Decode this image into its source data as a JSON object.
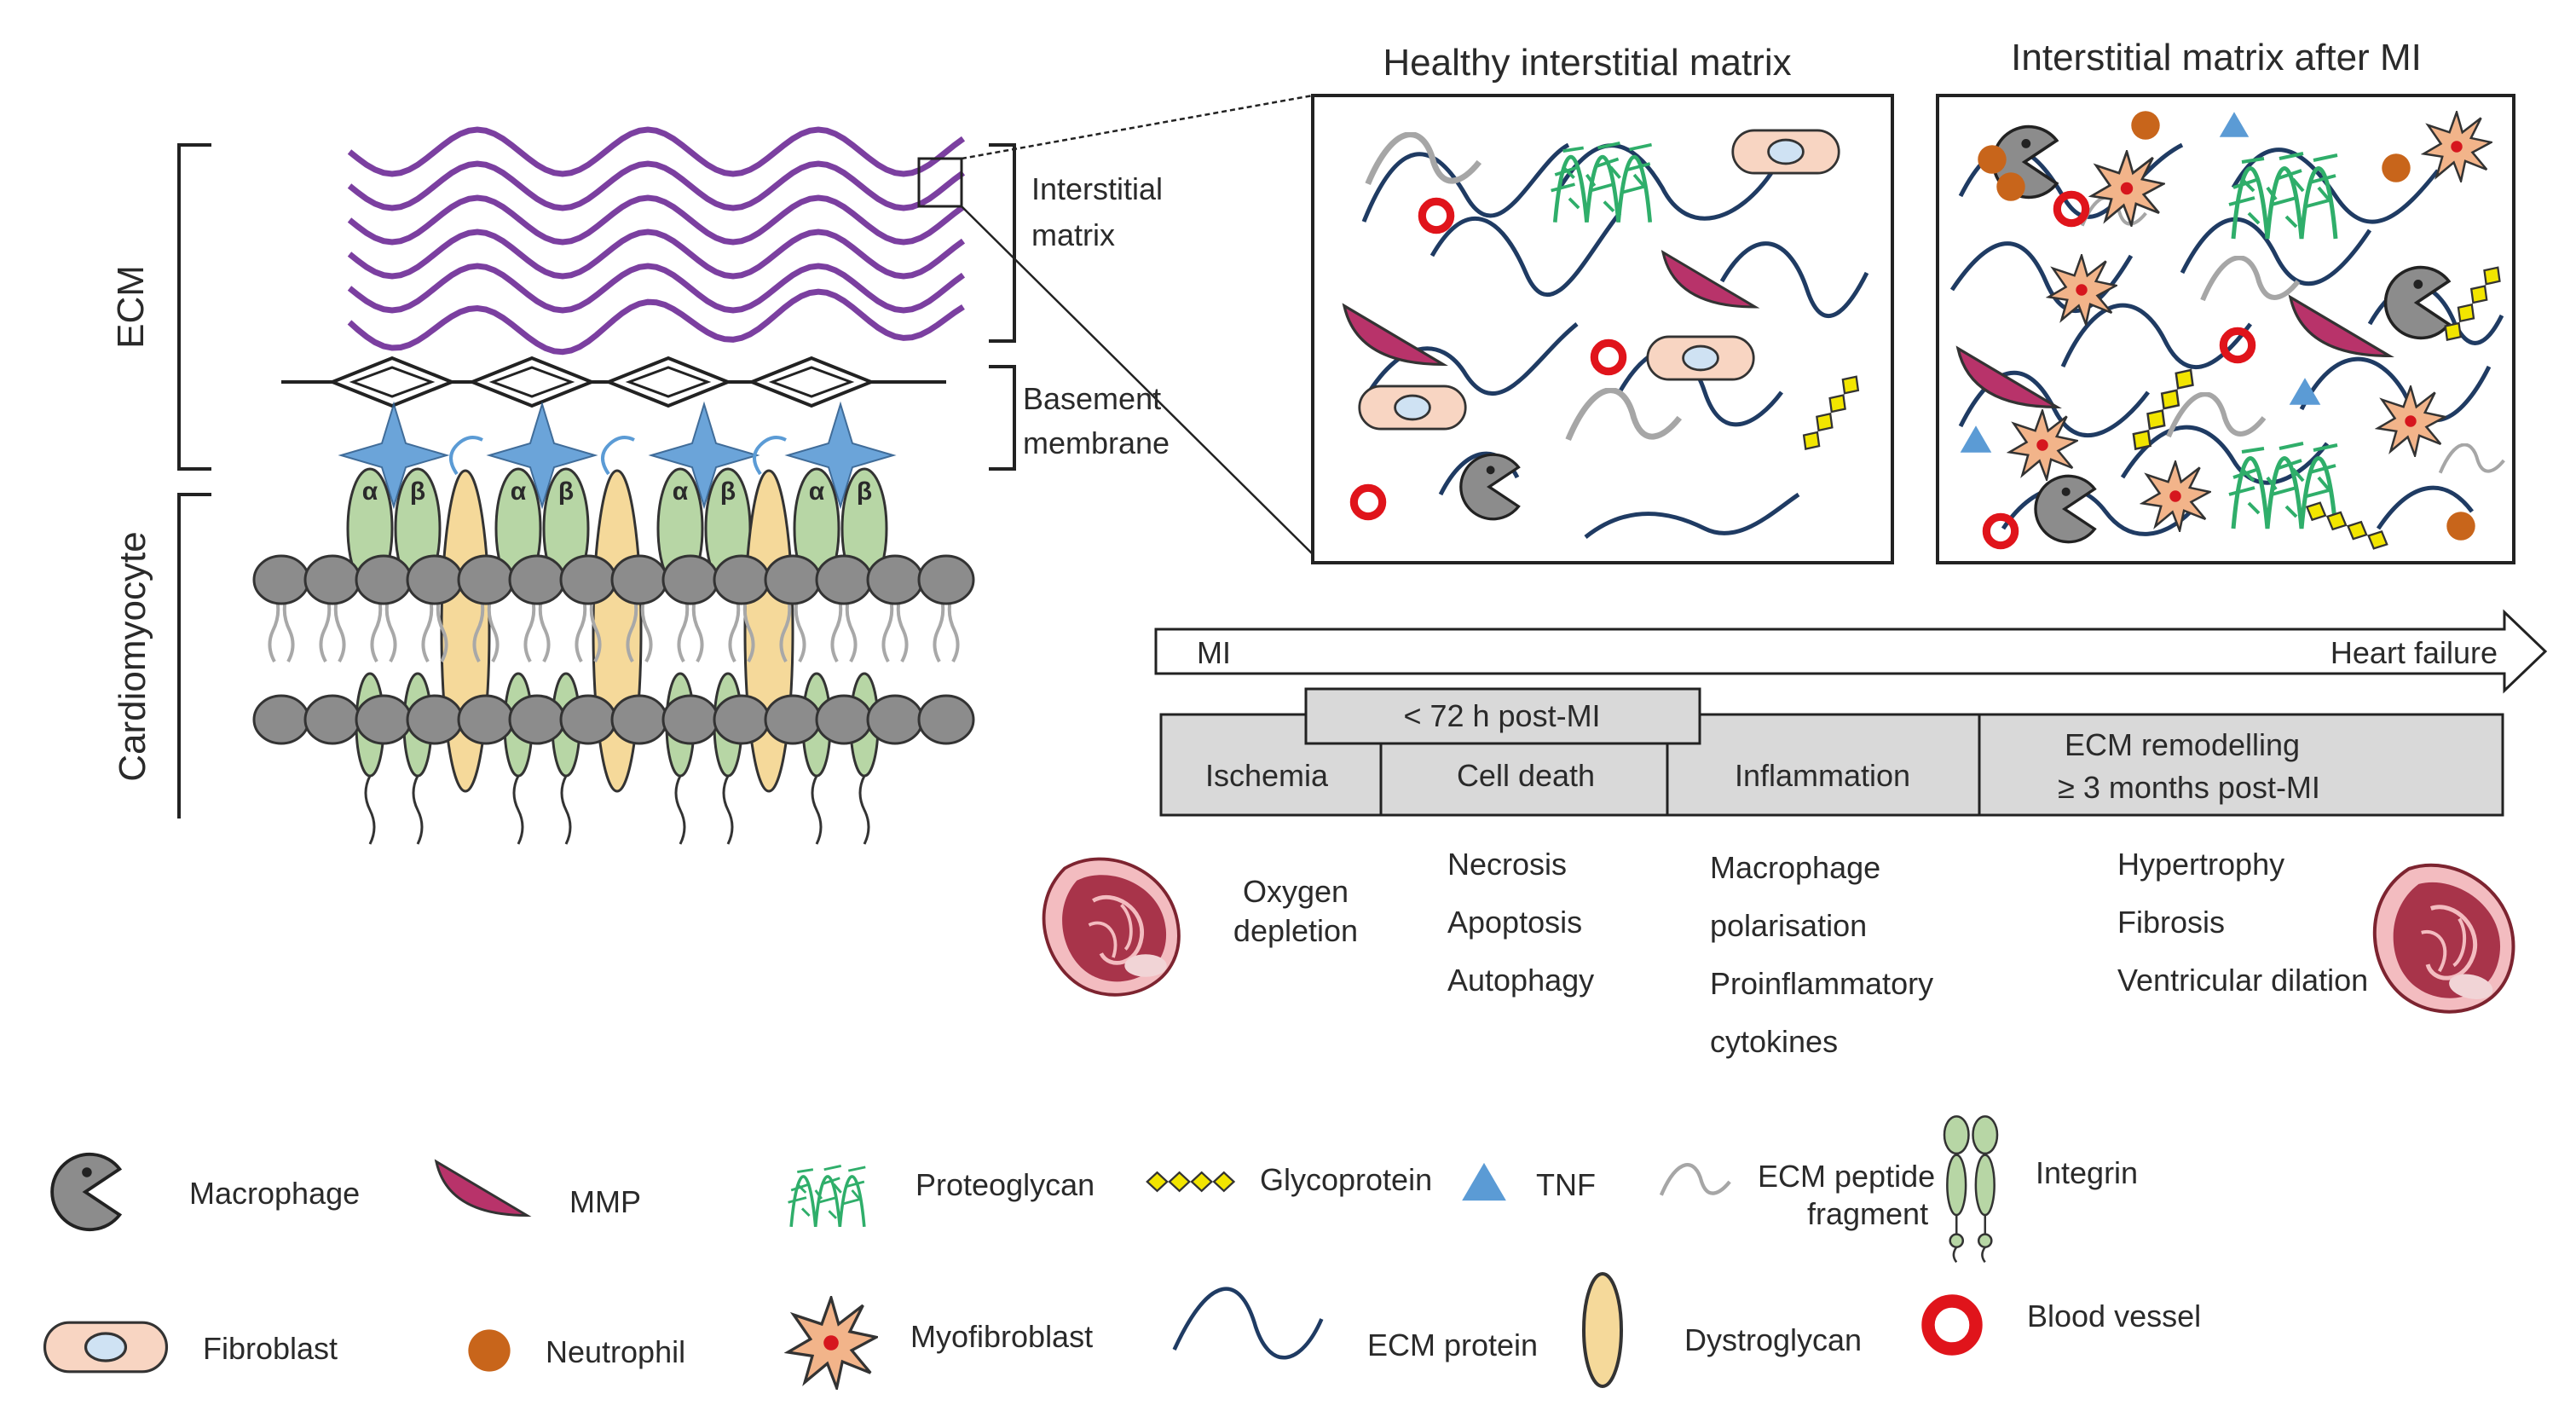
{
  "ecm_side": {
    "ecm": "ECM",
    "cardiomyocyte": "Cardiomyocyte",
    "alpha": "α",
    "beta": "β"
  },
  "callouts": {
    "interstitial_line1": "Interstitial",
    "interstitial_line2": "matrix",
    "basement_line1": "Basement",
    "basement_line2": "membrane"
  },
  "panels": {
    "healthy_title": "Healthy interstitial matrix",
    "after_mi_title": "Interstitial matrix after MI"
  },
  "timeline": {
    "start": "MI",
    "end": "Heart failure",
    "subheader": "< 72 h post-MI",
    "stages": [
      {
        "label": "Ischemia"
      },
      {
        "label": "Cell death"
      },
      {
        "label": "Inflammation"
      },
      {
        "label_line1": "ECM remodelling",
        "label_line2": "≥ 3 months post-MI"
      }
    ],
    "descriptions": {
      "ischemia": [
        "Oxygen",
        "depletion"
      ],
      "cell_death": [
        "Necrosis",
        "Apoptosis",
        "Autophagy"
      ],
      "inflammation": [
        "Macrophage",
        "polarisation",
        "Proinflammatory",
        "cytokines"
      ],
      "remodelling": [
        "Hypertrophy",
        "Fibrosis",
        "Ventricular dilation"
      ]
    }
  },
  "legend": {
    "macrophage": "Macrophage",
    "mmp": "MMP",
    "proteoglycan": "Proteoglycan",
    "glycoprotein": "Glycoprotein",
    "tnf": "TNF",
    "ecm_peptide_line1": "ECM peptide",
    "ecm_peptide_line2": "fragment",
    "integrin": "Integrin",
    "fibroblast": "Fibroblast",
    "neutrophil": "Neutrophil",
    "myofibroblast": "Myofibroblast",
    "ecm_protein": "ECM protein",
    "dystroglycan": "Dystroglycan",
    "blood_vessel": "Blood vessel"
  },
  "colors": {
    "collagen": "#7b3fa0",
    "integrin": "#b7d6a5",
    "dystroglycan": "#f5d99a",
    "lipid_head": "#8c8c8c",
    "ecm_protein": "#1f3b63",
    "proteoglycan": "#2fae6a",
    "mmp": "#b8336a",
    "tnf": "#5b9bd5",
    "glycoprotein": "#f2e500",
    "neutrophil": "#c8651b",
    "blood_vessel": "#e0141b",
    "fibroblast": "#f8d5c2",
    "myofibroblast": "#f2b48a",
    "stage_fill": "#d9d9d9"
  }
}
